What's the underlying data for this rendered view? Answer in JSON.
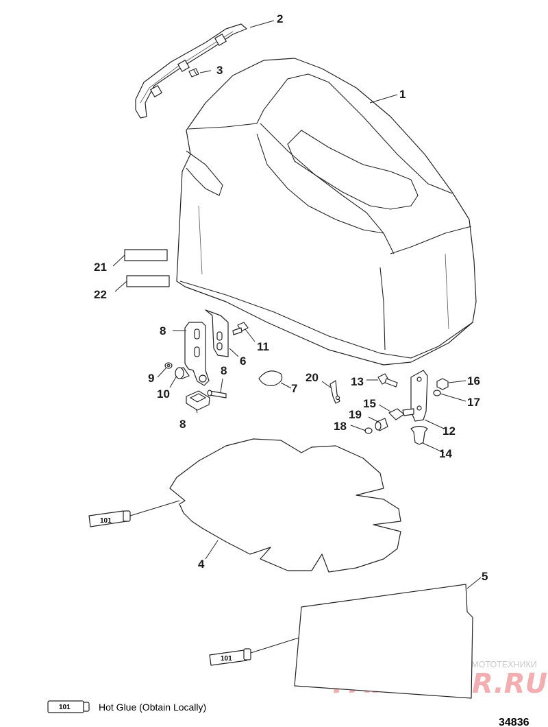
{
  "callouts": [
    {
      "id": "c1",
      "label": "1"
    },
    {
      "id": "c2",
      "label": "2"
    },
    {
      "id": "c3",
      "label": "3"
    },
    {
      "id": "c4",
      "label": "4"
    },
    {
      "id": "c5",
      "label": "5"
    },
    {
      "id": "c6",
      "label": "6"
    },
    {
      "id": "c7",
      "label": "7"
    },
    {
      "id": "c8a",
      "label": "8"
    },
    {
      "id": "c8b",
      "label": "8"
    },
    {
      "id": "c8c",
      "label": "8"
    },
    {
      "id": "c9",
      "label": "9"
    },
    {
      "id": "c10",
      "label": "10"
    },
    {
      "id": "c11",
      "label": "11"
    },
    {
      "id": "c12",
      "label": "12"
    },
    {
      "id": "c13",
      "label": "13"
    },
    {
      "id": "c14",
      "label": "14"
    },
    {
      "id": "c15",
      "label": "15"
    },
    {
      "id": "c16",
      "label": "16"
    },
    {
      "id": "c17",
      "label": "17"
    },
    {
      "id": "c18",
      "label": "18"
    },
    {
      "id": "c19",
      "label": "19"
    },
    {
      "id": "c20",
      "label": "20"
    },
    {
      "id": "c21",
      "label": "21"
    },
    {
      "id": "c22",
      "label": "22"
    }
  ],
  "adhesive_tube_label": "101",
  "legend": {
    "code": "101",
    "text": "Hot Glue (Obtain Locally)"
  },
  "figure_number": "34836",
  "watermark": {
    "top_line": "ЗАПЧАСТИ И АКСЕССУАРЫ ДЛЯ МОТОТЕХНИКИ",
    "logo": "PARTSFOR.RU"
  }
}
